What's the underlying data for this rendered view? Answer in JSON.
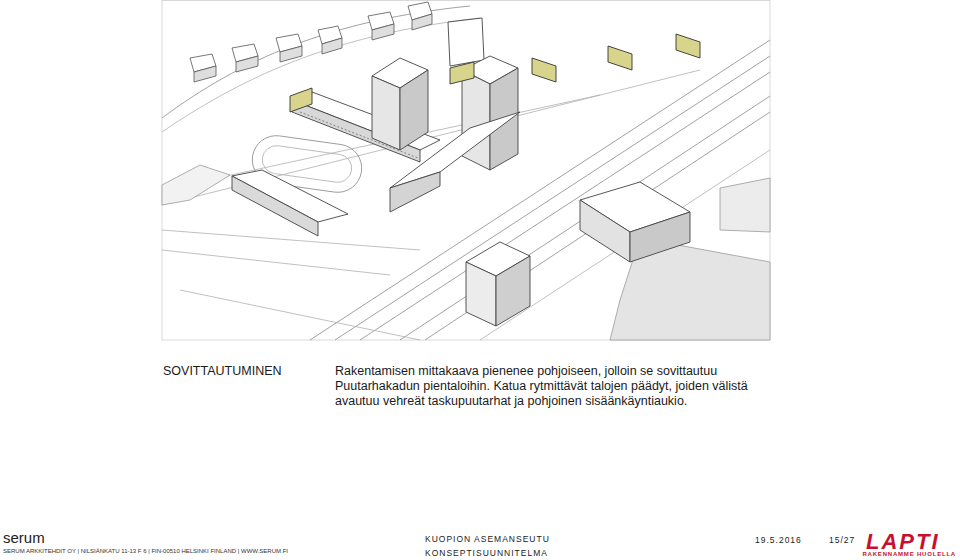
{
  "diagram": {
    "title": "SOVITTAUTUMINEN",
    "caption": "Rakentamisen mittakaava pienenee pohjoiseen, jolloin se sovittautuu Puutarhakadun pientaloihin. Katua rytmittävät talojen päädyt, joiden välistä avautuu vehreät taskupuutarhat ja pohjoinen sisäänkäyntiaukio.",
    "labels": [
      "serum",
      "SERUM ARKKITEHDIT OY | NILSIÄNKATU 11-13 F 6 | FIN-00510 HELSINKI FINLAND | WWW.SERUM.FI",
      "KUOPION ASEMANSEUTU",
      "KONSEPTISUUNNITELMA",
      "19.5.2016",
      "15/27",
      "LAPTI",
      "RAKENNAMME HUOLELLA"
    ]
  }
}
